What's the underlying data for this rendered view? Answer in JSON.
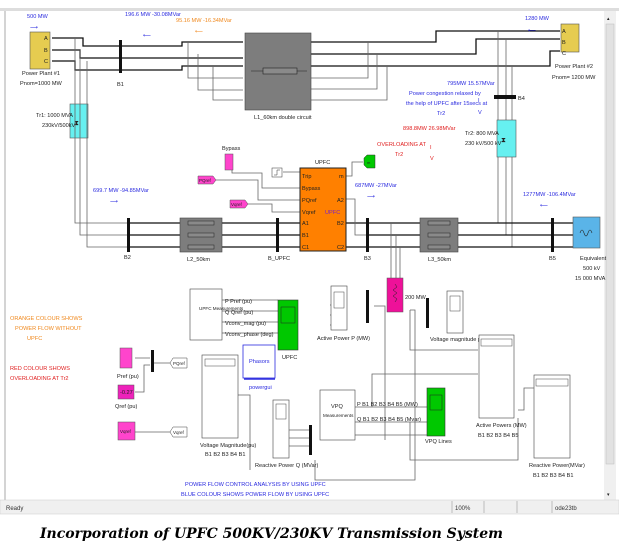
{
  "status_bar": {
    "status": "Ready",
    "zoom": "100%",
    "solver": "ode23tb"
  },
  "caption": "Incorporation of UPFC 500KV/230KV Transmission System",
  "colors": {
    "blue_text": "#2a2adf",
    "orange_text": "#f08a20",
    "red_text": "#e02020",
    "plant": "#e6cc50",
    "transformer": "#66f0f0",
    "upfc": "#ff8000",
    "scope_green": "#00c800",
    "source_pink": "#ff44cc",
    "equivalent": "#5ab4e8",
    "line_gray": "#777777"
  },
  "flows": {
    "pp1": "500 MW",
    "b1": "196.6 MW -30.08MVar",
    "b1_orange": "95.16 MW -16.34MVar",
    "pp2": "1280 MW",
    "b4": "795MW 15.57MVar",
    "b4_red": "898.8MW 26.98MVar",
    "b2": "699.7 MW -94.85MVar",
    "b3": "687MW -27MVar",
    "b5": "1277MW -106.4MVar"
  },
  "blocks": {
    "pp1": [
      "Power Plant #1",
      "Pnom=1000 MW"
    ],
    "pp1_ports": [
      "A",
      "B",
      "C"
    ],
    "pp2": [
      "Power Plant #2",
      "Pnom= 1200 MW"
    ],
    "pp2_ports": [
      "A",
      "B",
      "C"
    ],
    "tr1": [
      "Tr1: 1000 MVA",
      "230kV/500kV"
    ],
    "tr2": [
      "Tr2: 800 MVA",
      "230 kV/500 kV"
    ],
    "b1": "B1",
    "b2": "B2",
    "b3": "B3",
    "b4": "B4",
    "b5": "B5",
    "b_upfc": "B_UPFC",
    "l1": "L1_60km double circuit",
    "l2": "L2_50km",
    "l3": "L3_50km",
    "equivalent": [
      "Equivalent",
      "500 kV",
      "15 000 MVA"
    ],
    "upfc_title": "UPFC",
    "upfc_center": "UPFC",
    "upfc_in": [
      "Trip",
      "Bypass",
      "PQref",
      "Vqref",
      "A1",
      "B1",
      "C1"
    ],
    "upfc_out": [
      "m",
      "A2",
      "B2",
      "C2"
    ],
    "bypass": "Bypass",
    "pqref_tag": "PQref",
    "vqref_tag": "Vqref",
    "m_scope": "m",
    "load": "200 MW",
    "active_p": "Active Power P (MW)",
    "voltage_mag": "Voltage magnitude pu",
    "upfc_meas": "UPFC Measurements",
    "upfc_signals": [
      "P Pref (pu)",
      "Q Qref (pu)",
      "Vconv_mag (pu)",
      "Vconv_phase (deg)"
    ],
    "upfc_scope": "UPFC",
    "phasors": "Phasors",
    "powergui": "powergui",
    "pref": "Pref (pu)",
    "qref_value": "-0.27",
    "qref": "Qref (pu)",
    "vqref_value": "Vqref",
    "vmag_scope": [
      "Voltage Magnitude(pu)",
      "B1 B2 B3 B4 B1"
    ],
    "reactive_q": "Reactive Power Q (MVar)",
    "vpq_meas": [
      "VPQ",
      "Measurements"
    ],
    "vpq_signals": [
      "P B1 B2 B3 B4 B5 (MW)",
      "Q B1 B2 B3 B4 B5 (Mvar)"
    ],
    "vpq_lines": "VPQ Lines",
    "active_powers": [
      "Active Powers (MW)",
      "B1 B2 B3 B4 B5"
    ],
    "reactive_power": [
      "Reactive Power(MVar)",
      "B1 B2 B3 B4 B1"
    ]
  },
  "notes": {
    "congestion": [
      "Power congestion relaxed by",
      "the help of UPFC after 15secs at",
      "Tr2"
    ],
    "overloading": [
      "OVERLOADING AT",
      "Tr2"
    ],
    "iv": [
      "I",
      "V"
    ],
    "orange_legend": [
      "ORANGE  COLOUR SHOWS",
      "POWER FLOW WITHOUT",
      "UPFC"
    ],
    "red_legend": [
      "RED COLOUR SHOWS",
      "OVERLOADING AT Tr2"
    ],
    "blue_legend": [
      "POWER FLOW CONTROL ANALYSIS BY USING UPFC",
      "BLUE COLOUR SHOWS POWER FLOW BY USING UPFC"
    ]
  }
}
